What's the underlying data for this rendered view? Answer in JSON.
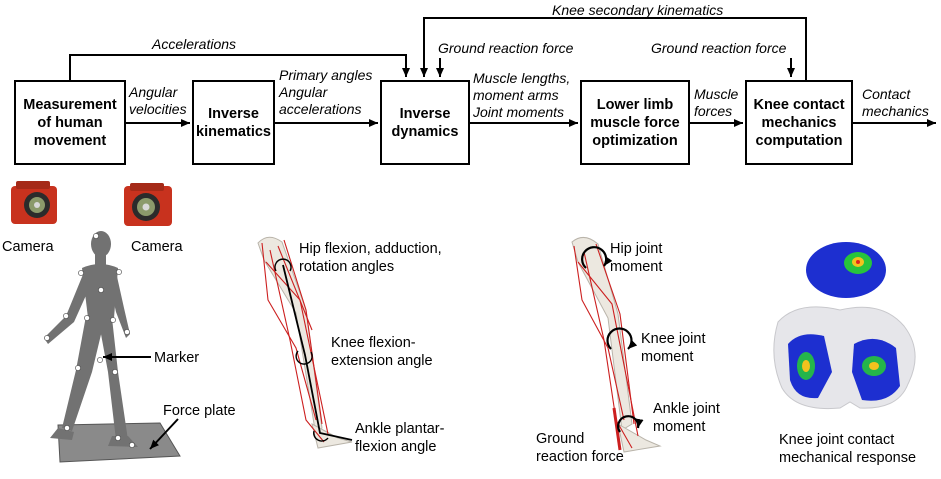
{
  "flow": {
    "boxes": [
      {
        "id": "measurement",
        "lines": [
          "Measurement",
          "of human",
          "movement"
        ]
      },
      {
        "id": "ik",
        "lines": [
          "Inverse",
          "kinematics"
        ]
      },
      {
        "id": "id",
        "lines": [
          "Inverse",
          "dynamics"
        ]
      },
      {
        "id": "opt",
        "lines": [
          "Lower limb",
          "muscle force",
          "optimization"
        ]
      },
      {
        "id": "knee",
        "lines": [
          "Knee contact",
          "mechanics",
          "computation"
        ]
      }
    ],
    "labels": {
      "angular_velocities": [
        "Angular",
        "velocities"
      ],
      "primary_angles": [
        "Primary angles",
        "Angular",
        "accelerations"
      ],
      "muscle_lengths": [
        "Muscle lengths,",
        "moment arms",
        "Joint moments"
      ],
      "muscle_forces": [
        "Muscle",
        "forces"
      ],
      "contact_mechanics": [
        "Contact",
        "mechanics"
      ],
      "accelerations": "Accelerations",
      "knee_secondary": "Knee secondary kinematics",
      "grf_1": "Ground reaction force",
      "grf_2": "Ground reaction force"
    }
  },
  "illustrations": {
    "camera_left": "Camera",
    "camera_right": "Camera",
    "marker": "Marker",
    "force_plate": "Force plate",
    "leg_angles": {
      "hip": [
        "Hip flexion, adduction,",
        "rotation angles"
      ],
      "knee": [
        "Knee flexion-",
        "extension angle"
      ],
      "ankle": [
        "Ankle plantar-",
        "flexion angle"
      ]
    },
    "leg_moments": {
      "hip": [
        "Hip joint",
        "moment"
      ],
      "knee": [
        "Knee joint",
        "moment"
      ],
      "ankle": [
        "Ankle joint",
        "moment"
      ],
      "grf": [
        "Ground",
        "reaction force"
      ]
    },
    "knee_response": [
      "Knee joint contact",
      "mechanical response"
    ]
  },
  "colors": {
    "bone": "#ece8e0",
    "muscle_line": "#cc1f1f",
    "camera": "#c8321e",
    "figure": "#6e6e6e",
    "contact_blue": "#1d2fd0",
    "contact_green": "#27c43c"
  }
}
